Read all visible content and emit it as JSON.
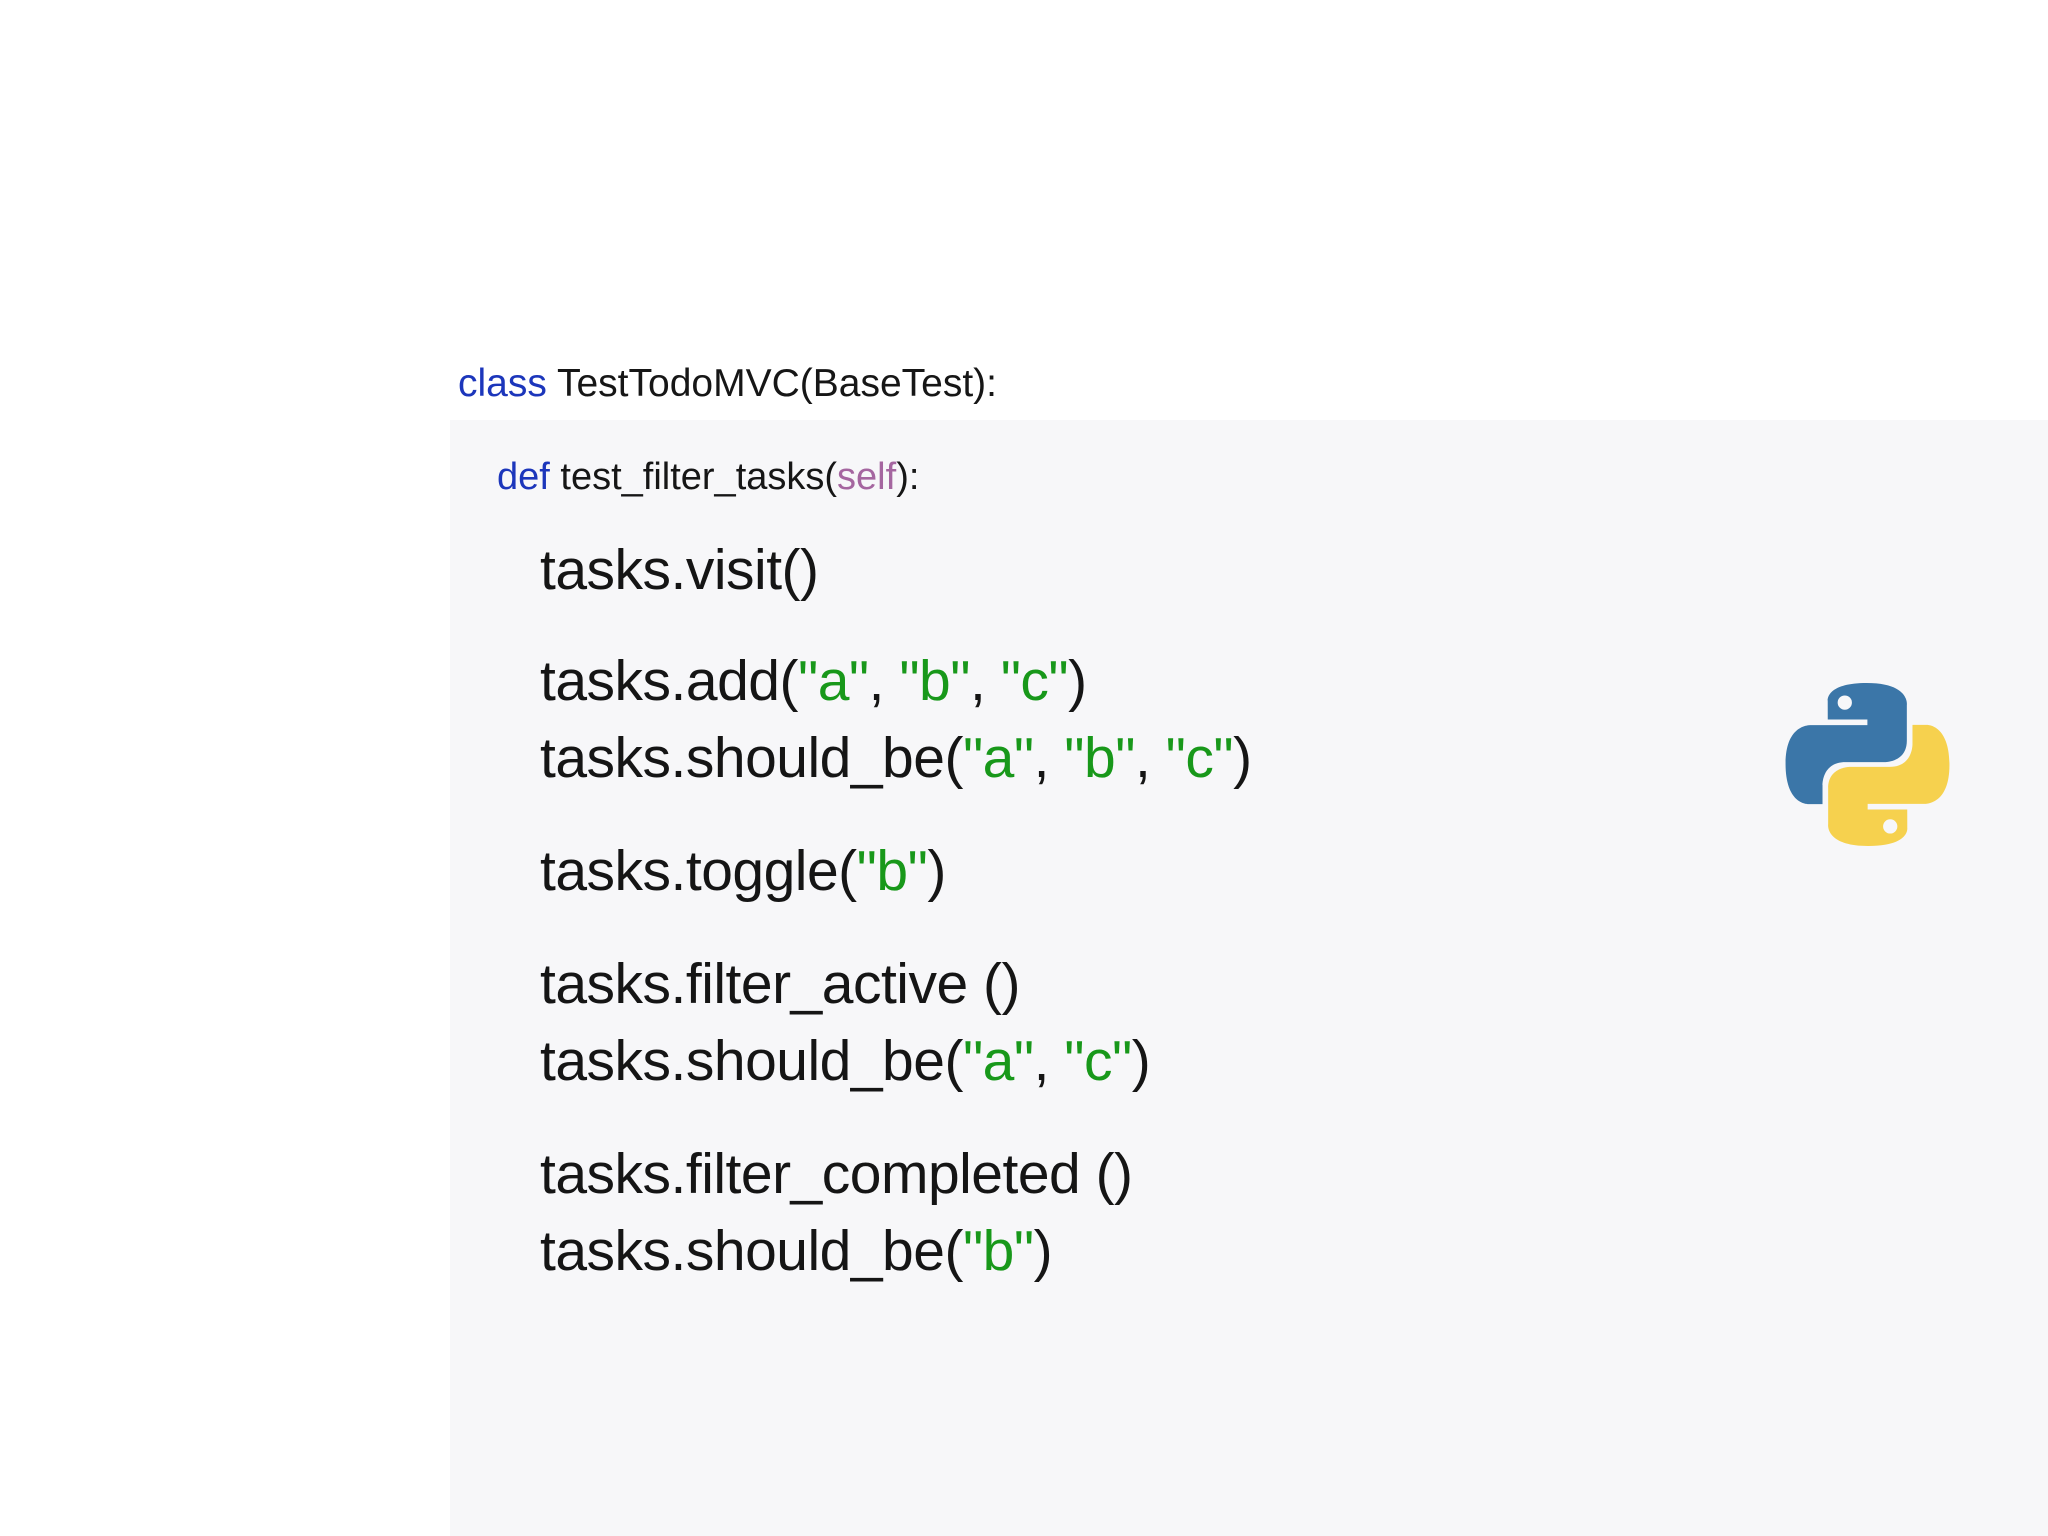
{
  "slide": {
    "header": {
      "class_keyword": "class",
      "class_rest": " TestTodoMVC(BaseTest):",
      "def_keyword": "def",
      "def_before_param": " test_filter_tasks(",
      "def_param": "self",
      "def_after_param": "):"
    },
    "code_lines": [
      {
        "segments": [
          {
            "text": "tasks.visit()",
            "color": "code"
          }
        ]
      },
      {
        "segments": [
          {
            "text": "tasks.add(",
            "color": "code"
          },
          {
            "text": "\"a\"",
            "color": "string"
          },
          {
            "text": ", ",
            "color": "code"
          },
          {
            "text": "\"b\"",
            "color": "string"
          },
          {
            "text": ", ",
            "color": "code"
          },
          {
            "text": "\"c\"",
            "color": "string"
          },
          {
            "text": ")",
            "color": "code"
          }
        ]
      },
      {
        "segments": [
          {
            "text": "tasks.should_be(",
            "color": "code"
          },
          {
            "text": "\"a\"",
            "color": "string"
          },
          {
            "text": ", ",
            "color": "code"
          },
          {
            "text": "\"b\"",
            "color": "string"
          },
          {
            "text": ", ",
            "color": "code"
          },
          {
            "text": "\"c\"",
            "color": "string"
          },
          {
            "text": ")",
            "color": "code"
          }
        ]
      },
      {
        "segments": [
          {
            "text": "tasks.toggle(",
            "color": "code"
          },
          {
            "text": "\"b\"",
            "color": "string"
          },
          {
            "text": ")",
            "color": "code"
          }
        ]
      },
      {
        "segments": [
          {
            "text": "tasks.filter_active ()",
            "color": "code"
          }
        ]
      },
      {
        "segments": [
          {
            "text": "tasks.should_be(",
            "color": "code"
          },
          {
            "text": "\"a\"",
            "color": "string"
          },
          {
            "text": ", ",
            "color": "code"
          },
          {
            "text": "\"c\"",
            "color": "string"
          },
          {
            "text": ")",
            "color": "code"
          }
        ]
      },
      {
        "segments": [
          {
            "text": "tasks.filter_completed ()",
            "color": "code"
          }
        ]
      },
      {
        "segments": [
          {
            "text": "tasks.should_be(",
            "color": "code"
          },
          {
            "text": "\"b\"",
            "color": "string"
          },
          {
            "text": ")",
            "color": "code"
          }
        ]
      }
    ],
    "icon": {
      "name": "python-logo"
    },
    "colors": {
      "keyword": "#1c36bb",
      "parameter": "#a566a0",
      "string": "#18981a",
      "code": "#151515",
      "panel": "#f7f7f9",
      "python_blue": "#3b76a8",
      "python_yellow": "#f6d14e"
    }
  }
}
